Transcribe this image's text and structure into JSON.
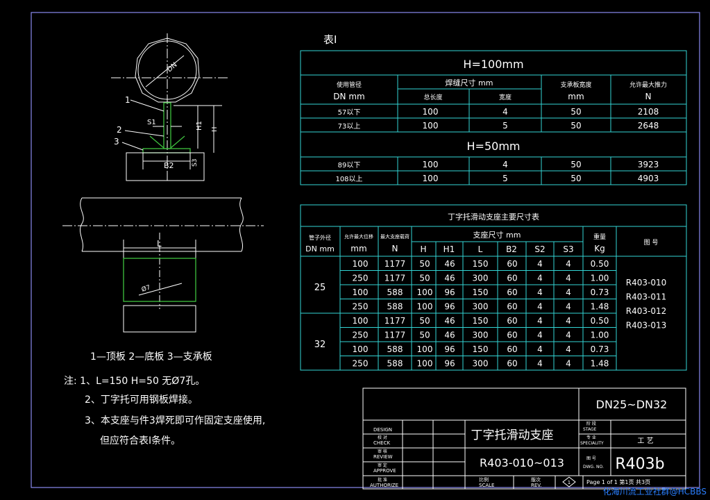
{
  "table1": {
    "title": "表Ⅰ",
    "h100_title": "H=100mm",
    "h50_title": "H=50mm",
    "headers": {
      "pipe_dn": "使用管径",
      "pipe_unit": "DN  mm",
      "weld_size": "焊缝尺寸  mm",
      "total_len": "总长度",
      "width": "宽度",
      "plate_width": "支承板宽度",
      "plate_unit": "mm",
      "max_force": "允许最大推力",
      "force_unit": "N"
    },
    "rows_h100": [
      [
        "57以下",
        "100",
        "4",
        "50",
        "2108"
      ],
      [
        "73以上",
        "100",
        "5",
        "50",
        "2648"
      ]
    ],
    "rows_h50": [
      [
        "89以下",
        "100",
        "4",
        "50",
        "3923"
      ],
      [
        "108以上",
        "100",
        "5",
        "50",
        "4903"
      ]
    ]
  },
  "table2": {
    "title": "丁字托滑动支座主要尺寸表",
    "headers": {
      "pipe_od": "管子外径",
      "pipe_unit": "DN mm",
      "allow_disp": "允许最大位移",
      "disp_unit": "mm",
      "max_load": "最大支座载荷",
      "load_unit": "N",
      "support_size": "支座尺寸    mm",
      "cols": [
        "H",
        "H1",
        "L",
        "B2",
        "S2",
        "S3"
      ],
      "weight": "重量",
      "weight_unit": "Kg",
      "drawing_no": "图 号"
    },
    "groups": [
      {
        "dn": "25",
        "rows": [
          [
            "100",
            "1177",
            "50",
            "46",
            "150",
            "60",
            "4",
            "4",
            "0.50"
          ],
          [
            "250",
            "1177",
            "50",
            "46",
            "300",
            "60",
            "4",
            "4",
            "1.00"
          ],
          [
            "100",
            "588",
            "100",
            "96",
            "150",
            "60",
            "4",
            "4",
            "0.73"
          ],
          [
            "250",
            "588",
            "100",
            "96",
            "300",
            "60",
            "4",
            "4",
            "1.48"
          ]
        ]
      },
      {
        "dn": "32",
        "rows": [
          [
            "100",
            "1177",
            "50",
            "46",
            "150",
            "60",
            "4",
            "4",
            "0.50"
          ],
          [
            "250",
            "1177",
            "50",
            "46",
            "300",
            "60",
            "4",
            "4",
            "1.00"
          ],
          [
            "100",
            "588",
            "100",
            "96",
            "150",
            "60",
            "4",
            "4",
            "0.73"
          ],
          [
            "250",
            "588",
            "100",
            "96",
            "300",
            "60",
            "4",
            "4",
            "1.48"
          ]
        ]
      }
    ],
    "drawing_numbers": [
      "R403-010",
      "R403-011",
      "R403-012",
      "R403-013"
    ]
  },
  "drawing": {
    "dn_label": "DN",
    "callout_1": "1",
    "callout_2": "2",
    "callout_3": "3",
    "s1_label": "S1",
    "h1_label": "H1",
    "h_label": "H",
    "b2_label": "B2",
    "s3_label": "S3",
    "l_label": "L",
    "hole_label": "Ø7"
  },
  "notes": {
    "parts_legend": "1—顶板  2—底板  3—支承板",
    "note_1": "注: 1、L=150  H=50  无Ø7孔。",
    "note_2": "2、丁字托可用钢板焊接。",
    "note_3": "3、本支座与件3焊死即可作固定支座使用,",
    "note_3b": "但应符合表Ⅰ条件。"
  },
  "title_block": {
    "range": "DN25~DN32",
    "name": "丁字托滑动支座",
    "number": "R403-010~013",
    "dwg_no": "R403b",
    "design": "DESIGN",
    "check_cn": "校 对",
    "check": "CHECK",
    "review_cn": "审 核",
    "review": "REVIEW",
    "approve_cn": "审 定",
    "approve": "APPROVE",
    "authorize_cn": "批 准",
    "authorize": "AUTHORIZE",
    "scale_cn": "比例",
    "scale": "SCALE",
    "rev_cn": "版次",
    "rev": "REV.",
    "rev_mark": "1",
    "stage_cn": "阶 段",
    "stage": "STAGE",
    "speciality_cn": "专 业",
    "speciality": "SPECIALITY",
    "speciality_value": "工  艺",
    "dwgno_cn": "图 号",
    "dwgno": "DWG. NO.",
    "page": "Page 1 of 1  第1页 共3页"
  },
  "watermark": {
    "text": "化海川流工业社群@HCBBS",
    "color": "#2a7fff"
  }
}
